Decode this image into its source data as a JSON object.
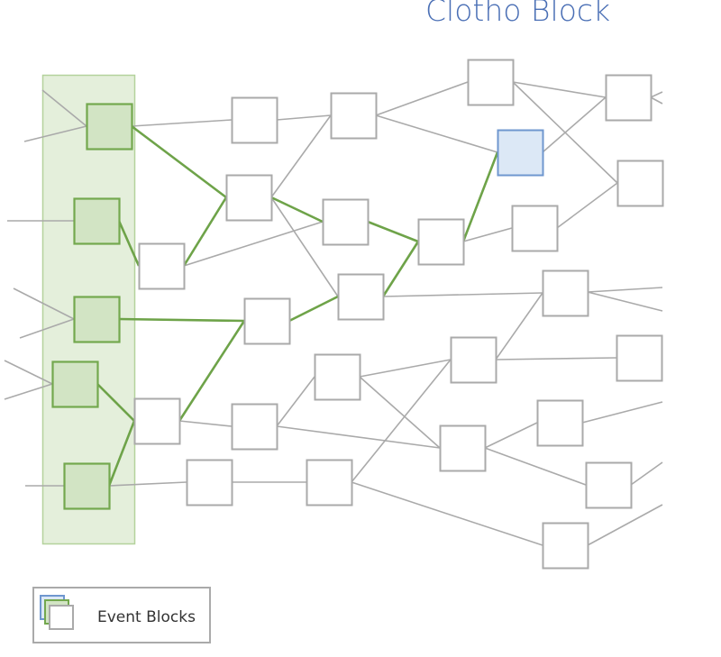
{
  "title": "Clotho Block",
  "legend": {
    "label": "Event Blocks"
  },
  "colors": {
    "edge": "#aaaaaa",
    "event_border": "#aaaaaa",
    "event_fill": "#ffffff",
    "root_fill": "#d2e4c4",
    "root_border": "#73a84e",
    "root_path": "#6ea349",
    "frame_fill": "#e4efdb",
    "frame_border": "#b4d29c",
    "clotho_fill": "#dce8f6",
    "clotho_border": "#6f97cf",
    "title": "#4a6fb5"
  },
  "nodes": [
    {
      "id": "r1",
      "type": "root"
    },
    {
      "id": "r2",
      "type": "root"
    },
    {
      "id": "r3",
      "type": "root"
    },
    {
      "id": "r4",
      "type": "root"
    },
    {
      "id": "r5",
      "type": "root"
    },
    {
      "id": "a1",
      "type": "event"
    },
    {
      "id": "b1",
      "type": "event"
    },
    {
      "id": "c1",
      "type": "event"
    },
    {
      "id": "d1",
      "type": "event"
    },
    {
      "id": "e1",
      "type": "event"
    },
    {
      "id": "f1",
      "type": "event"
    },
    {
      "id": "g1",
      "type": "event"
    },
    {
      "id": "h1",
      "type": "event"
    },
    {
      "id": "i1",
      "type": "event"
    },
    {
      "id": "j1",
      "type": "event"
    },
    {
      "id": "k1",
      "type": "event"
    },
    {
      "id": "l1",
      "type": "event"
    },
    {
      "id": "m1",
      "type": "event"
    },
    {
      "id": "n1",
      "type": "event"
    },
    {
      "id": "o1",
      "type": "event"
    },
    {
      "id": "clotho",
      "type": "clotho"
    },
    {
      "id": "p1",
      "type": "event"
    },
    {
      "id": "q1",
      "type": "event"
    },
    {
      "id": "s1",
      "type": "event"
    },
    {
      "id": "t1",
      "type": "event"
    },
    {
      "id": "u1",
      "type": "event"
    },
    {
      "id": "v1",
      "type": "event"
    },
    {
      "id": "w1",
      "type": "event"
    },
    {
      "id": "x1",
      "type": "event"
    },
    {
      "id": "y1",
      "type": "event"
    }
  ],
  "edges": [
    {
      "from": "r1",
      "to": "a1",
      "highlight": false
    },
    {
      "from": "r1",
      "to": "c1",
      "highlight": true
    },
    {
      "from": "r2",
      "to": "d1",
      "highlight": true
    },
    {
      "from": "d1",
      "to": "c1",
      "highlight": true
    },
    {
      "from": "r3",
      "to": "e1",
      "highlight": true
    },
    {
      "from": "r4",
      "to": "f1",
      "highlight": true
    },
    {
      "from": "r5",
      "to": "f1",
      "highlight": true
    },
    {
      "from": "f1",
      "to": "e1",
      "highlight": true
    },
    {
      "from": "c1",
      "to": "h1",
      "highlight": true
    },
    {
      "from": "e1",
      "to": "i1",
      "highlight": true
    },
    {
      "from": "h1",
      "to": "j1",
      "highlight": true
    },
    {
      "from": "i1",
      "to": "j1",
      "highlight": true
    },
    {
      "from": "j1",
      "to": "clotho",
      "highlight": true
    },
    {
      "from": "a1",
      "to": "b1",
      "highlight": false
    },
    {
      "from": "c1",
      "to": "b1",
      "highlight": false
    },
    {
      "from": "c1",
      "to": "i1",
      "highlight": false
    },
    {
      "from": "d1",
      "to": "h1",
      "highlight": false
    },
    {
      "from": "b1",
      "to": "k1",
      "highlight": false
    },
    {
      "from": "b1",
      "to": "clotho",
      "highlight": false
    },
    {
      "from": "k1",
      "to": "t1",
      "highlight": false
    },
    {
      "from": "k1",
      "to": "u1",
      "highlight": false
    },
    {
      "from": "clotho",
      "to": "t1",
      "highlight": false
    },
    {
      "from": "j1",
      "to": "p1",
      "highlight": false
    },
    {
      "from": "p1",
      "to": "u1",
      "highlight": false
    },
    {
      "from": "i1",
      "to": "q1",
      "highlight": false
    },
    {
      "from": "f1",
      "to": "g1",
      "highlight": false
    },
    {
      "from": "r5",
      "to": "l1",
      "highlight": false
    },
    {
      "from": "g1",
      "to": "m1",
      "highlight": false
    },
    {
      "from": "g1",
      "to": "o1",
      "highlight": false
    },
    {
      "from": "m1",
      "to": "n1",
      "highlight": false
    },
    {
      "from": "m1",
      "to": "o1",
      "highlight": false
    },
    {
      "from": "l1",
      "to": "s1",
      "highlight": false
    },
    {
      "from": "s1",
      "to": "n1",
      "highlight": false
    },
    {
      "from": "s1",
      "to": "y1",
      "highlight": false
    },
    {
      "from": "n1",
      "to": "q1",
      "highlight": false
    },
    {
      "from": "n1",
      "to": "v1",
      "highlight": false
    },
    {
      "from": "o1",
      "to": "w1",
      "highlight": false
    },
    {
      "from": "o1",
      "to": "x1",
      "highlight": false
    }
  ]
}
